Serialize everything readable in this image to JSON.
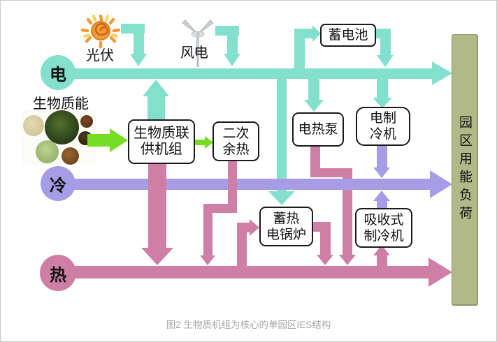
{
  "colors": {
    "teal": "#82e0cd",
    "cold": "#a69de6",
    "heat": "#cf7fa6",
    "lime": "#74dc22",
    "barfill": "#b2b989",
    "barborder": "#8f9566",
    "boxborder": "#1a1a1a",
    "captiongray": "#a6a6a6",
    "sunorange": "#f29b38",
    "sunyellow": "#ffd34d",
    "turbinegray": "#ccd1d5"
  },
  "lines": {
    "electric": {
      "label": "电"
    },
    "cold": {
      "label": "冷"
    },
    "heat": {
      "label": "热"
    }
  },
  "sources": {
    "pv": {
      "label": "光伏"
    },
    "wind": {
      "label": "风电"
    },
    "biomass": {
      "label": "生物质能"
    }
  },
  "icons": {
    "sun": "sun-icon",
    "wind_turbine": "wind-turbine-icon",
    "biomass_photo": "biomass-materials-image"
  },
  "boxes": {
    "battery": {
      "label": "蓄电池"
    },
    "biomass_chp": {
      "line1": "生物质联",
      "line2": "供机组"
    },
    "secondary_heat": {
      "line1": "二次",
      "line2": "余热"
    },
    "heat_pump": {
      "label": "电热泵"
    },
    "electric_chiller": {
      "line1": "电制",
      "line2": "冷机"
    },
    "storage_boiler": {
      "line1": "蓄热",
      "line2": "电锅炉"
    },
    "absorption_chiller": {
      "line1": "吸收式",
      "line2": "制冷机"
    }
  },
  "load_bar": {
    "label": "园区用能负荷"
  },
  "caption": {
    "text": "图2 生物质机组为核心的单园区IES结构"
  }
}
